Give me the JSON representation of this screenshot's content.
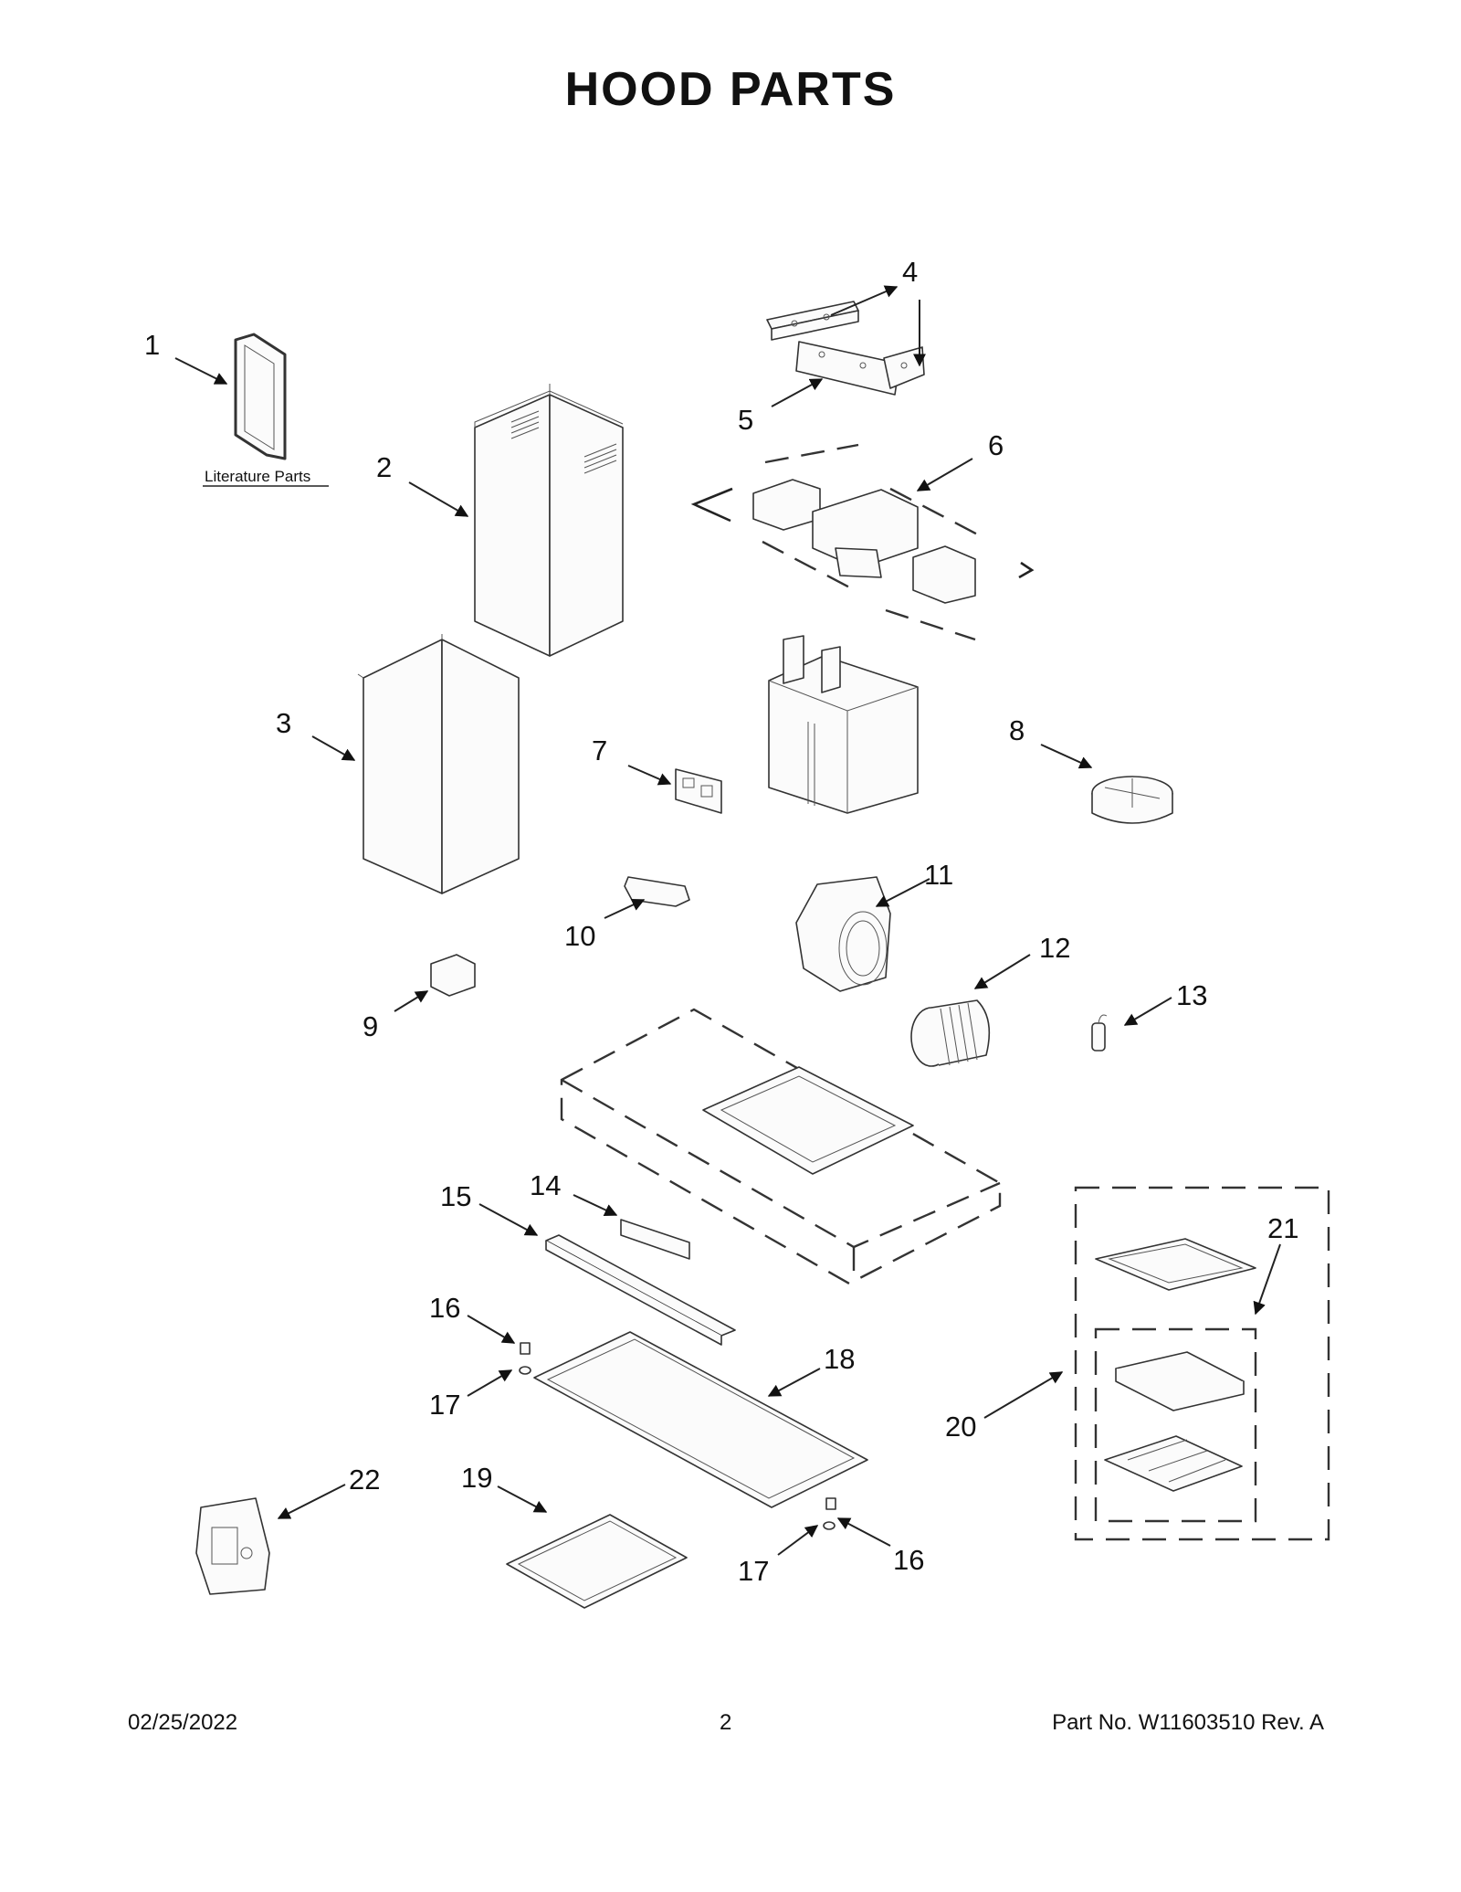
{
  "title": "HOOD PARTS",
  "literature_label": "Literature Parts",
  "callouts": [
    "1",
    "2",
    "3",
    "4",
    "5",
    "6",
    "7",
    "8",
    "9",
    "10",
    "11",
    "12",
    "13",
    "14",
    "15",
    "16",
    "17",
    "18",
    "19",
    "20",
    "21",
    "22"
  ],
  "footer": {
    "date": "02/25/2022",
    "page": "2",
    "part_no": "Part No.  W11603510  Rev.  A"
  }
}
